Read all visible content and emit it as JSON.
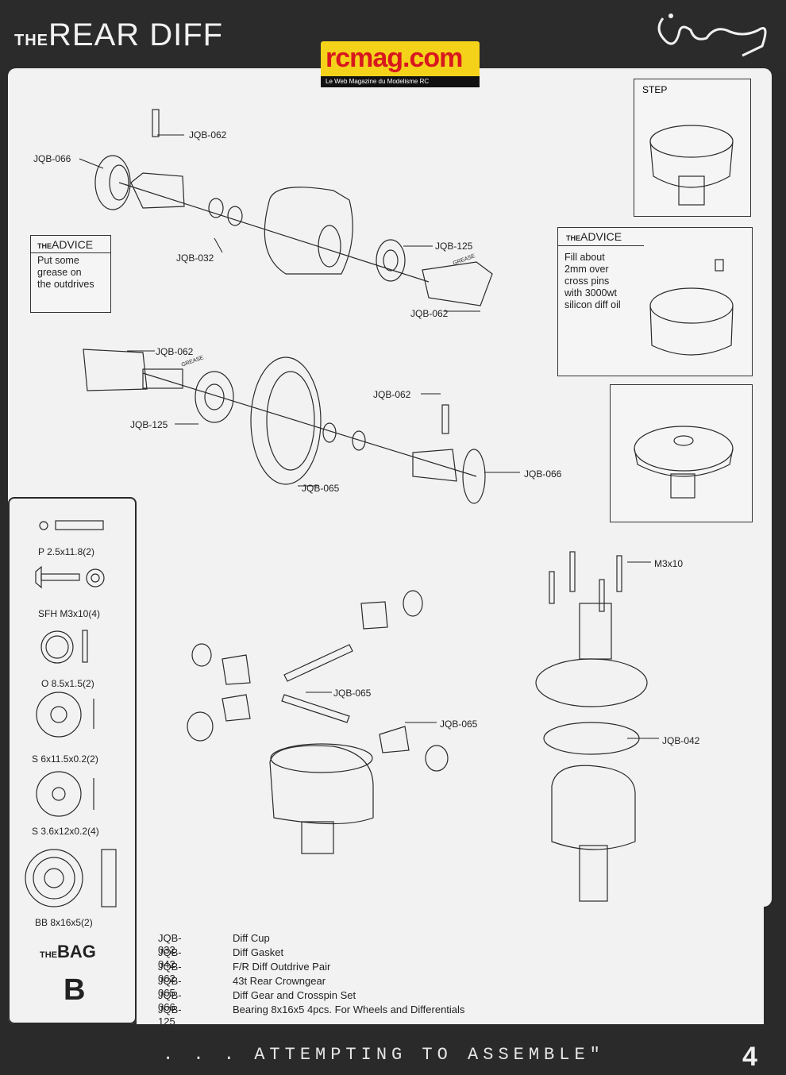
{
  "header": {
    "title_prefix": "THE",
    "title": "REAR DIFF"
  },
  "watermark": {
    "site": "rcmag.com",
    "tagline": "Le Web Magazine du Modelisme RC"
  },
  "advice_left": {
    "prefix": "THE",
    "heading": "ADVICE",
    "lines": [
      "Put some",
      "grease on",
      "the outdrives"
    ]
  },
  "advice_right": {
    "prefix": "THE",
    "heading": "ADVICE",
    "lines": [
      "Fill about",
      "2mm over",
      "cross pins",
      "with 3000wt",
      "silicon diff oil"
    ]
  },
  "step_label": "STEP",
  "grease_label": "GREASE",
  "callouts": {
    "c1": "JQB-062",
    "c2": "JQB-066",
    "c3": "JQB-032",
    "c4": "JQB-125",
    "c5": "JQB-062",
    "c6": "JQB-062",
    "c7": "JQB-125",
    "c8": "JQB-062",
    "c9": "JQB-065",
    "c10": "JQB-066",
    "c11": "M3x10",
    "c12": "JQB-065",
    "c13": "JQB-065",
    "c14": "JQB-042"
  },
  "bag": {
    "items": [
      "P 2.5x11.8(2)",
      "SFH  M3x10(4)",
      "O  8.5x1.5(2)",
      "S  6x11.5x0.2(2)",
      "S  3.6x12x0.2(4)",
      "BB  8x16x5(2)"
    ],
    "prefix": "THE",
    "heading": "BAG",
    "letter": "B"
  },
  "legend": [
    {
      "code": "JQB-032",
      "desc": "Diff Cup"
    },
    {
      "code": "JQB-042",
      "desc": "Diff Gasket"
    },
    {
      "code": "JQB-062",
      "desc": "F/R Diff Outdrive Pair"
    },
    {
      "code": "JQB-065",
      "desc": "43t Rear Crowngear"
    },
    {
      "code": "JQB-066",
      "desc": "Diff Gear and Crosspin Set"
    },
    {
      "code": "JQB-125",
      "desc": "Bearing 8x16x5 4pcs. For Wheels and Differentials"
    }
  ],
  "footer": {
    "tagline": ". . . ATTEMPTING TO ASSEMBLE\"",
    "page": "4"
  },
  "colors": {
    "frame": "#2a2a2a",
    "paper": "#f2f2f2",
    "badge_yellow": "#f4d21a",
    "badge_red": "#d8171f"
  }
}
